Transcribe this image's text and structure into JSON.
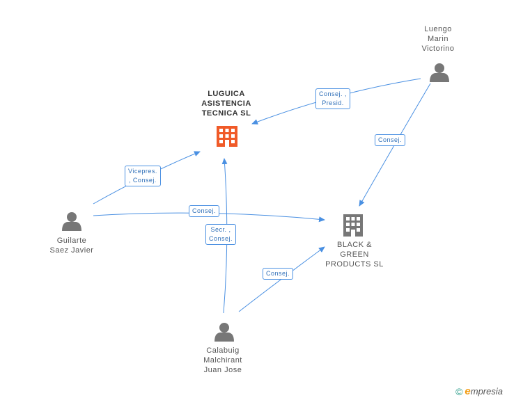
{
  "colors": {
    "edge": "#4a90e2",
    "person": "#777777",
    "company_main": "#f05a28",
    "company": "#777777"
  },
  "nodes": {
    "luguica": {
      "lines": [
        "LUGUICA",
        "ASISTENCIA",
        "TECNICA SL"
      ],
      "icon": "building-icon"
    },
    "black_green": {
      "lines": [
        "BLACK &",
        "GREEN",
        "PRODUCTS SL"
      ],
      "icon": "building-icon"
    },
    "luengo": {
      "lines": [
        "Luengo",
        "Marin",
        "Victorino"
      ],
      "icon": "person-icon"
    },
    "guilarte": {
      "lines": [
        "Guilarte",
        "Saez Javier"
      ],
      "icon": "person-icon"
    },
    "calabuig": {
      "lines": [
        "Calabuig",
        "Malchirant",
        "Juan Jose"
      ],
      "icon": "person-icon"
    }
  },
  "edges": {
    "luengo_luguica": [
      "Consej. ,",
      "Presid."
    ],
    "luengo_bg": [
      "Consej."
    ],
    "guilarte_luguica": [
      "Vicepres.",
      ", Consej."
    ],
    "guilarte_bg": [
      "Consej."
    ],
    "calabuig_luguica": [
      "Secr. ,",
      "Consej."
    ],
    "calabuig_bg": [
      "Consej."
    ]
  },
  "brand": {
    "copyright": "©",
    "first_letter": "e",
    "rest": "mpresia"
  }
}
